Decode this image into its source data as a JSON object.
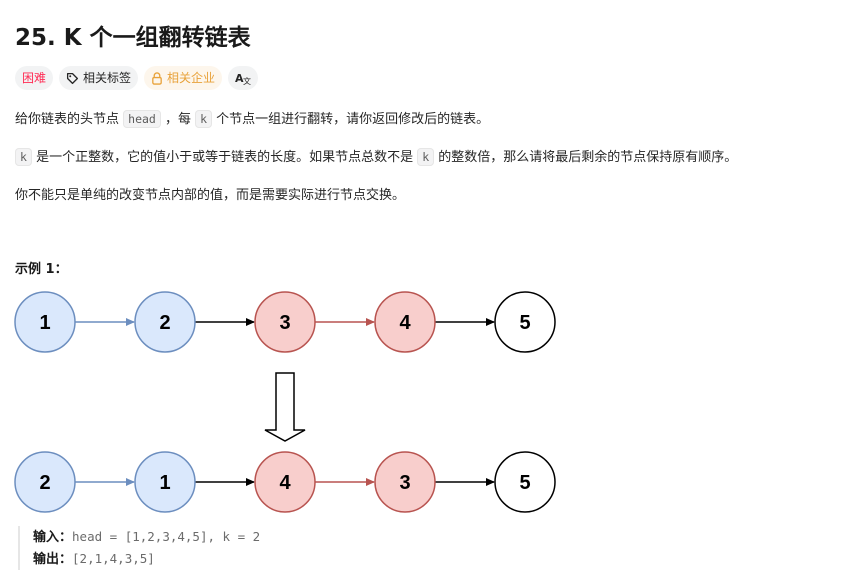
{
  "problem": {
    "title": "25. K 个一组翻转链表",
    "tags": {
      "difficulty": "困难",
      "related_tags": "相关标签",
      "related_companies": "相关企业",
      "translate_icon": "translate-icon"
    }
  },
  "description": {
    "p1": {
      "before": "给你链表的头节点 ",
      "code1": "head",
      "mid": " ，每 ",
      "code2": "k",
      "after": " 个节点一组进行翻转，请你返回修改后的链表。"
    },
    "p2": {
      "code1": "k",
      "mid": " 是一个正整数，它的值小于或等于链表的长度。如果节点总数不是 ",
      "code2": "k",
      "after": " 的整数倍，那么请将最后剩余的节点保持原有顺序。"
    },
    "p3": "你不能只是单纯的改变节点内部的值，而是需要实际进行节点交换。"
  },
  "example": {
    "title": "示例 1：",
    "before_nodes": [
      "1",
      "2",
      "3",
      "4",
      "5"
    ],
    "after_nodes": [
      "2",
      "1",
      "4",
      "3",
      "5"
    ],
    "input_label": "输入：",
    "input_value": "head = [1,2,3,4,5], k = 2",
    "output_label": "输出：",
    "output_value": "[2,1,4,3,5]"
  },
  "colors": {
    "blue_fill": "#dae8fc",
    "blue_stroke": "#6c8ebf",
    "red_fill": "#f8cecc",
    "red_stroke": "#b85450",
    "white_fill": "#ffffff",
    "black_stroke": "#000000",
    "difficulty": "#ff2d55",
    "company": "#e8a23a"
  }
}
